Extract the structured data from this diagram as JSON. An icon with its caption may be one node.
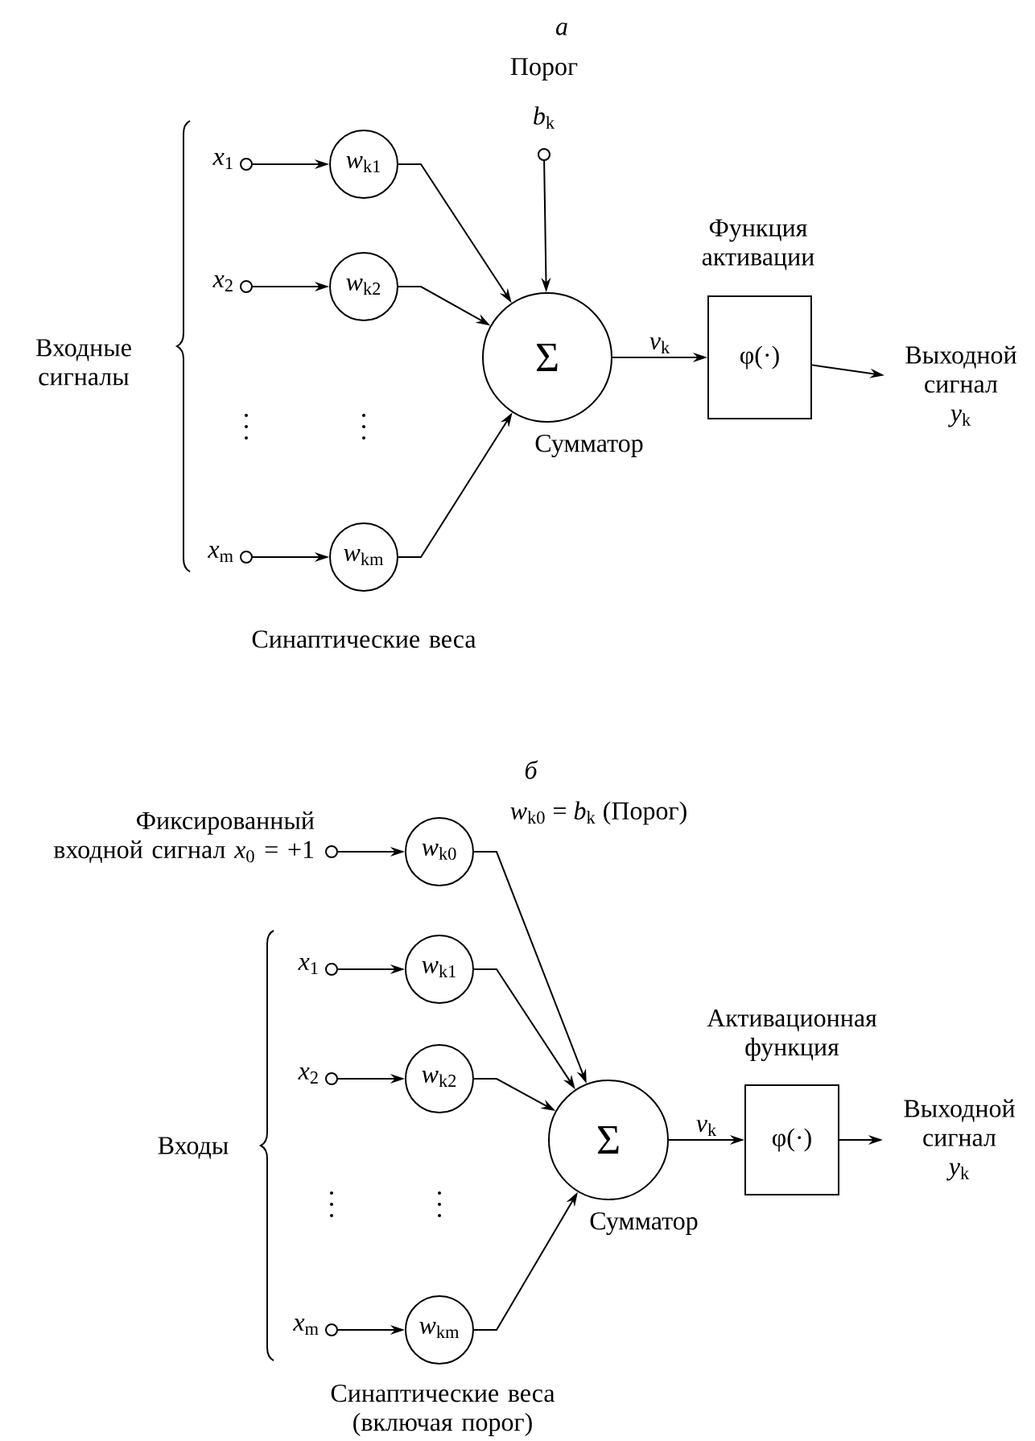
{
  "diagram": {
    "nodes": [
      {
        "text": [],
        "shape": "circle",
        "beside": [
          "*x*$_{1}$"
        ]
      },
      {
        "text": [],
        "shape": "circle",
        "beside": [
          "*x*$_{2}$"
        ]
      },
      {
        "text": [],
        "shape": "circle",
        "beside": [
          "*x*$_{m}$"
        ]
      },
      {
        "text": [
          "*w*$_{k1}$"
        ]
      },
      {
        "text": [
          "*w*$_{k2}$"
        ]
      },
      {
        "text": [
          "*w*$_{km}$"
        ]
      },
      {
        "text": [],
        "shape": "circle",
        "beside": [
          "Порог",
          "*b*$_{k}$"
        ]
      },
      {
        "text": [
          "Σ"
        ],
        "beside": [
          "Сумматор"
        ]
      },
      {
        "text": [
          "φ(·)"
        ],
        "beside": [
          "Функция активации"
        ]
      },
      {
        "text": [
          "Выходной сигнал",
          "*y*$_{k}$"
        ]
      },
      {
        "text": [],
        "shape": "circle",
        "beside": [
          "Фиксированный входной сигнал *x*$_{0}$ = +1"
        ]
      },
      {
        "text": [],
        "shape": "circle",
        "beside": [
          "*x*$_{1}$"
        ]
      },
      {
        "text": [],
        "shape": "circle",
        "beside": [
          "*x*$_{2}$"
        ]
      },
      {
        "text": [],
        "shape": "circle",
        "beside": [
          "*x*$_{m}$"
        ]
      },
      {
        "text": [
          "*w*$_{k0}$"
        ]
      },
      {
        "text": [
          "*w*$_{k1}$"
        ]
      },
      {
        "text": [
          "*w*$_{k2}$"
        ]
      },
      {
        "text": [
          "*w*$_{km}$"
        ]
      },
      {
        "text": [
          "Σ"
        ],
        "beside": [
          "Сумматор"
        ]
      },
      {
        "text": [
          "φ(·)"
        ],
        "beside": [
          "Активационная функция"
        ]
      },
      {
        "text": [
          "Выходной сигнал",
          "*y*$_{k}$"
        ]
      }
    ],
    "edges": [
      {
        "from": 0,
        "to": 3,
        "arrow": "to"
      },
      {
        "from": 1,
        "to": 4,
        "arrow": "to"
      },
      {
        "from": 2,
        "to": 5,
        "arrow": "to"
      },
      {
        "from": 3,
        "to": 7,
        "arrow": "to"
      },
      {
        "from": 4,
        "to": 7,
        "arrow": "to"
      },
      {
        "from": 5,
        "to": 7,
        "arrow": "to"
      },
      {
        "from": 6,
        "to": 7,
        "arrow": "to"
      },
      {
        "from": 7,
        "to": 8,
        "arrow": "to",
        "label": "*v*$_{k}$"
      },
      {
        "from": 8,
        "to": 9,
        "arrow": "to"
      },
      {
        "from": 10,
        "to": 14,
        "arrow": "to"
      },
      {
        "from": 11,
        "to": 15,
        "arrow": "to"
      },
      {
        "from": 12,
        "to": 16,
        "arrow": "to"
      },
      {
        "from": 13,
        "to": 17,
        "arrow": "to"
      },
      {
        "from": 14,
        "to": 18,
        "arrow": "to"
      },
      {
        "from": 15,
        "to": 18,
        "arrow": "to"
      },
      {
        "from": 16,
        "to": 18,
        "arrow": "to"
      },
      {
        "from": 17,
        "to": 18,
        "arrow": "to"
      },
      {
        "from": 18,
        "to": 19,
        "arrow": "to",
        "label": "*v*$_{k}$"
      },
      {
        "from": 19,
        "to": 20,
        "arrow": "to"
      }
    ],
    "labels": [
      "*а*",
      "Входные сигналы",
      "Синаптические веса",
      "*б*",
      "*w*$_{k0}$ = *b*$_{k}$ (Порог)",
      "Входы",
      "Синаптические веса (включая порог)"
    ]
  }
}
